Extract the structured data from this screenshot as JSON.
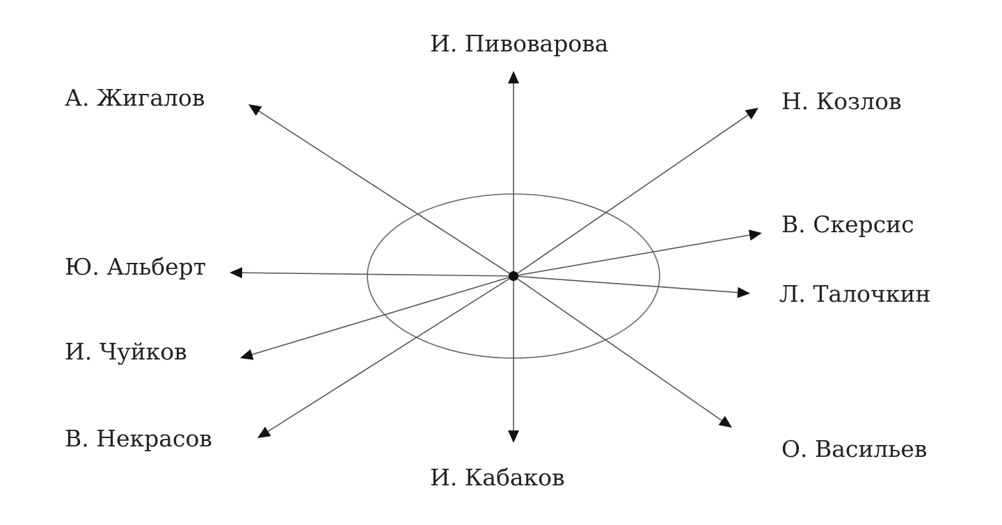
{
  "diagram": {
    "center_label": "",
    "names": [
      {
        "id": "pivovarova",
        "label": "И. Пивоварова"
      },
      {
        "id": "zhigalov",
        "label": "А. Жигалов"
      },
      {
        "id": "kozlov",
        "label": "Н. Козлов"
      },
      {
        "id": "skersis",
        "label": "В. Скерсис"
      },
      {
        "id": "albert",
        "label": "Ю. Альберт"
      },
      {
        "id": "talochkin",
        "label": "Л. Талочкин"
      },
      {
        "id": "chuikov",
        "label": "И. Чуйков"
      },
      {
        "id": "nekrasov",
        "label": "В. Некрасов"
      },
      {
        "id": "vasiliev",
        "label": "О. Васильев"
      },
      {
        "id": "kabakov",
        "label": "И. Кабаков"
      }
    ],
    "colors": {
      "line": "#555555",
      "text": "#222222"
    }
  }
}
